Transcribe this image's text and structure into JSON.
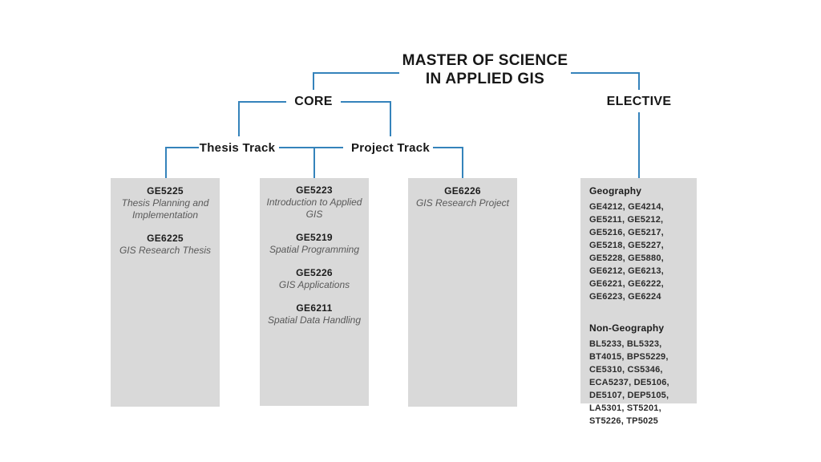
{
  "title": {
    "line1": "MASTER OF SCIENCE",
    "line2": "IN APPLIED GIS"
  },
  "nodes": {
    "core": "CORE",
    "elective": "ELECTIVE",
    "thesis_track": "Thesis Track",
    "project_track": "Project Track"
  },
  "boxes": {
    "thesis": {
      "courses": [
        {
          "code": "GE5225",
          "name": "Thesis Planning and Implementation"
        },
        {
          "code": "GE6225",
          "name": "GIS Research Thesis"
        }
      ]
    },
    "core_courses": {
      "courses": [
        {
          "code": "GE5223",
          "name": "Introduction to Applied GIS"
        },
        {
          "code": "GE5219",
          "name": "Spatial Programming"
        },
        {
          "code": "GE5226",
          "name": "GIS Applications"
        },
        {
          "code": "GE6211",
          "name": "Spatial Data Handling"
        }
      ]
    },
    "project": {
      "courses": [
        {
          "code": "GE6226",
          "name": "GIS Research Project"
        }
      ]
    },
    "elective": {
      "sections": [
        {
          "heading": "Geography",
          "codes": "GE4212, GE4214, GE5211, GE5212, GE5216, GE5217, GE5218, GE5227, GE5228, GE5880, GE6212, GE6213, GE6221, GE6222, GE6223, GE6224"
        },
        {
          "heading": "Non-Geography",
          "codes": "BL5233, BL5323, BT4015, BPS5229, CE5310, CS5346, ECA5237, DE5106, DE5107, DEP5105, LA5301, ST5201, ST5226, TP5025"
        }
      ]
    }
  },
  "colors": {
    "connector_line": "#3583bb",
    "box_background": "#d9d9d9",
    "heading_text": "#171717",
    "course_name_text": "#595959"
  }
}
